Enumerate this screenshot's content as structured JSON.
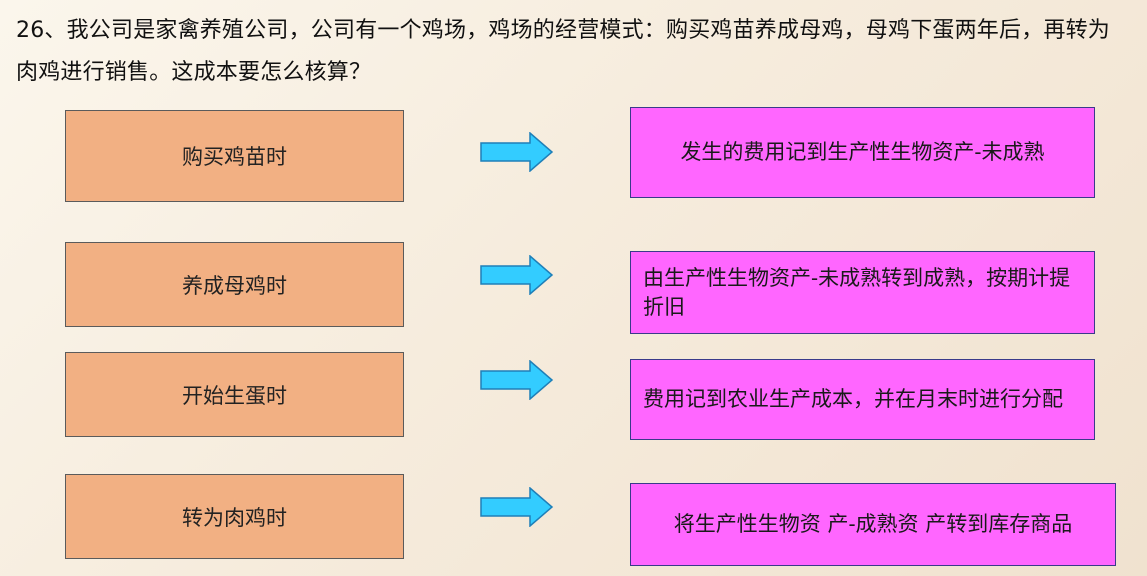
{
  "question": {
    "text": "26、我公司是家禽养殖公司，公司有一个鸡场，鸡场的经营模式：购买鸡苗养成母鸡，母鸡下蛋两年后，再转为肉鸡进行销售。这成本要怎么核算？"
  },
  "rows": [
    {
      "stage": "购买鸡苗时",
      "treatment": "发生的费用记到生产性生物资产-未成熟"
    },
    {
      "stage": "养成母鸡时",
      "treatment": "由生产性生物资产-未成熟转到成熟，按期计提折旧"
    },
    {
      "stage": "开始生蛋时",
      "treatment": "费用记到农业生产成本，并在月末时进行分配"
    },
    {
      "stage": "转为肉鸡时",
      "treatment": "将生产性生物资 产-成熟资 产转到库存商品"
    }
  ],
  "colors": {
    "stage_box": "#f2b083",
    "treatment_box": "#ff66ff",
    "arrow_fill": "#33ccff",
    "arrow_stroke": "#1f7fb8"
  },
  "icons": {
    "arrow": "right-arrow-icon"
  }
}
